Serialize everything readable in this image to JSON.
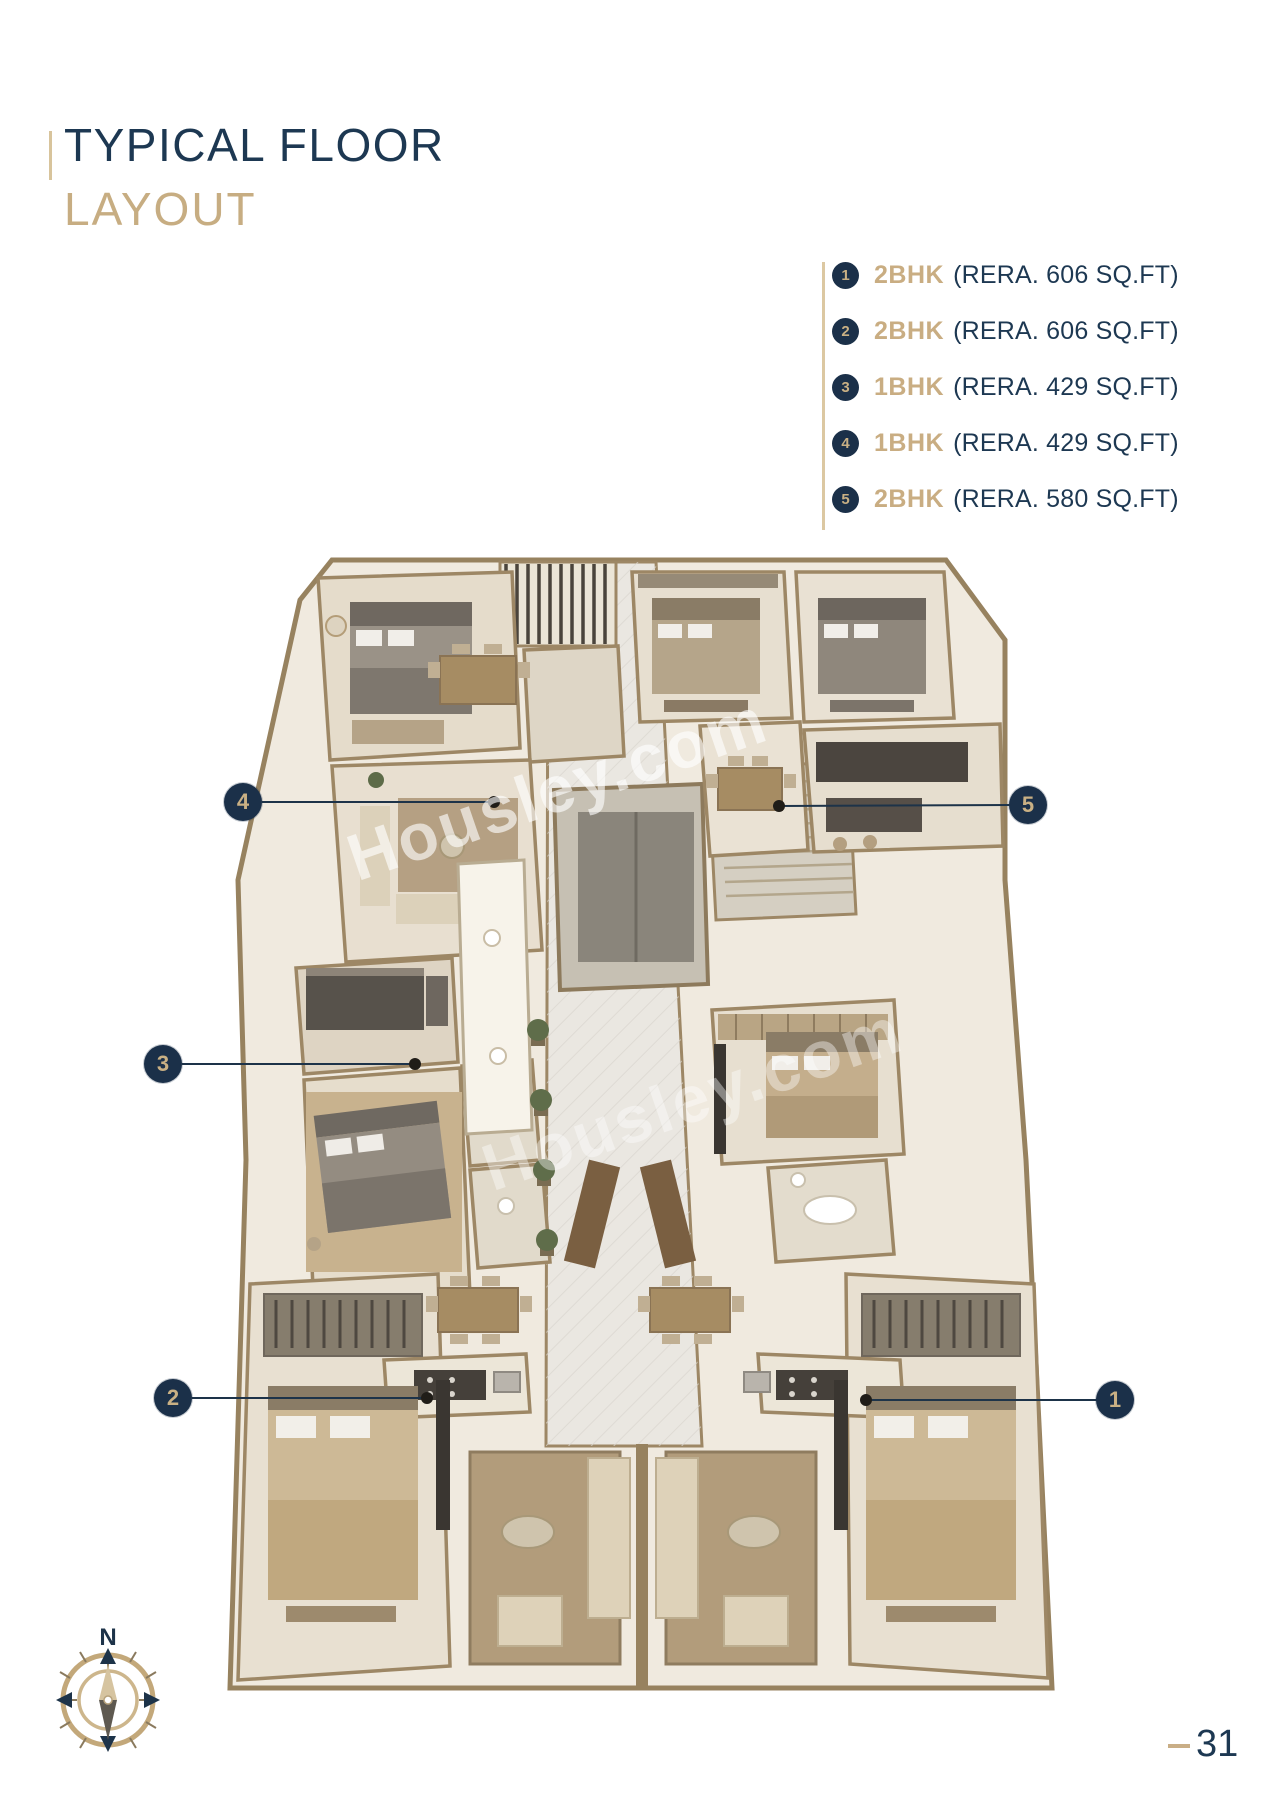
{
  "header": {
    "title_line1": "TYPICAL FLOOR",
    "title_line2": "LAYOUT"
  },
  "legend": {
    "items": [
      {
        "num": "1",
        "type": "2BHK",
        "detail": "(RERA. 606 SQ.FT)"
      },
      {
        "num": "2",
        "type": "2BHK",
        "detail": "(RERA. 606 SQ.FT)"
      },
      {
        "num": "3",
        "type": "1BHK",
        "detail": "(RERA. 429 SQ.FT)"
      },
      {
        "num": "4",
        "type": "1BHK",
        "detail": "(RERA. 429 SQ.FT)"
      },
      {
        "num": "5",
        "type": "2BHK",
        "detail": "(RERA. 580 SQ.FT)"
      }
    ]
  },
  "floorplan": {
    "watermark": "Housley.com",
    "compass_label": "N",
    "callouts": [
      {
        "num": "1"
      },
      {
        "num": "2"
      },
      {
        "num": "3"
      },
      {
        "num": "4"
      },
      {
        "num": "5"
      }
    ]
  },
  "footer": {
    "page_number": "31"
  },
  "colors": {
    "navy": "#1d3852",
    "gold": "#c9ad82",
    "wall_brown": "#9d8765"
  }
}
